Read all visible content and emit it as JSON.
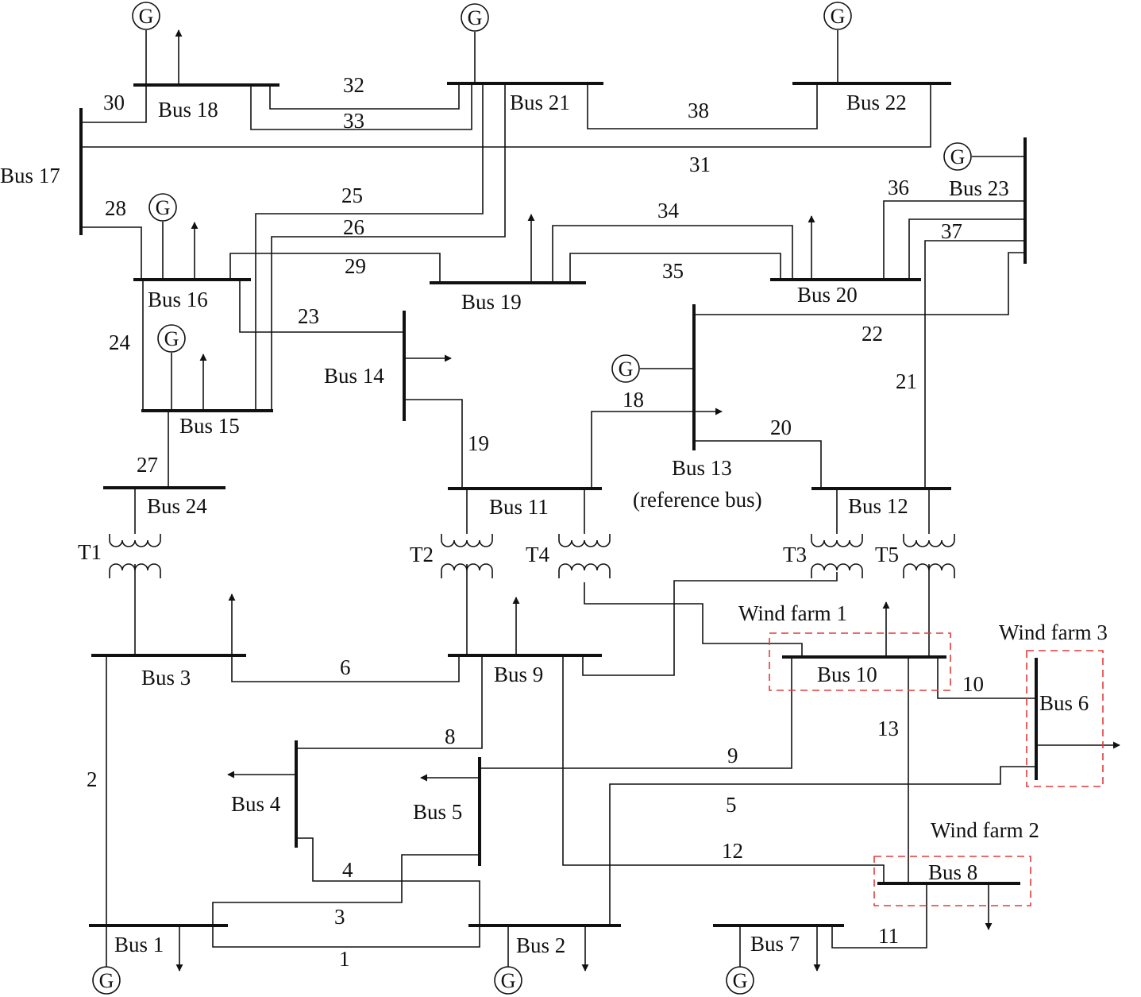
{
  "buses": {
    "bus1": "Bus 1",
    "bus2": "Bus 2",
    "bus3": "Bus 3",
    "bus4": "Bus 4",
    "bus5": "Bus 5",
    "bus6": "Bus 6",
    "bus7": "Bus 7",
    "bus8": "Bus 8",
    "bus9": "Bus 9",
    "bus10": "Bus 10",
    "bus11": "Bus 11",
    "bus12": "Bus 12",
    "bus13": "Bus 13",
    "bus13_note": "(reference bus)",
    "bus14": "Bus 14",
    "bus15": "Bus 15",
    "bus16": "Bus 16",
    "bus17": "Bus 17",
    "bus18": "Bus 18",
    "bus19": "Bus 19",
    "bus20": "Bus 20",
    "bus21": "Bus 21",
    "bus22": "Bus 22",
    "bus23": "Bus 23",
    "bus24": "Bus 24"
  },
  "transformers": {
    "t1": "T1",
    "t2": "T2",
    "t3": "T3",
    "t4": "T4",
    "t5": "T5"
  },
  "wind_farms": {
    "wf1": "Wind farm 1",
    "wf2": "Wind farm 2",
    "wf3": "Wind farm 3"
  },
  "generator_symbol": "G",
  "line_numbers": {
    "l1": "1",
    "l2": "2",
    "l3": "3",
    "l4": "4",
    "l5": "5",
    "l6": "6",
    "l8": "8",
    "l9": "9",
    "l10": "10",
    "l11": "11",
    "l12": "12",
    "l13": "13",
    "l18": "18",
    "l19": "19",
    "l20": "20",
    "l21": "21",
    "l22": "22",
    "l23": "23",
    "l24": "24",
    "l25": "25",
    "l26": "26",
    "l27": "27",
    "l28": "28",
    "l29": "29",
    "l30": "30",
    "l31": "31",
    "l32": "32",
    "l33": "33",
    "l34": "34",
    "l35": "35",
    "l36": "36",
    "l37": "37",
    "l38": "38"
  },
  "colors": {
    "wind_zone": "#e23b3b",
    "ink": "#111111"
  }
}
